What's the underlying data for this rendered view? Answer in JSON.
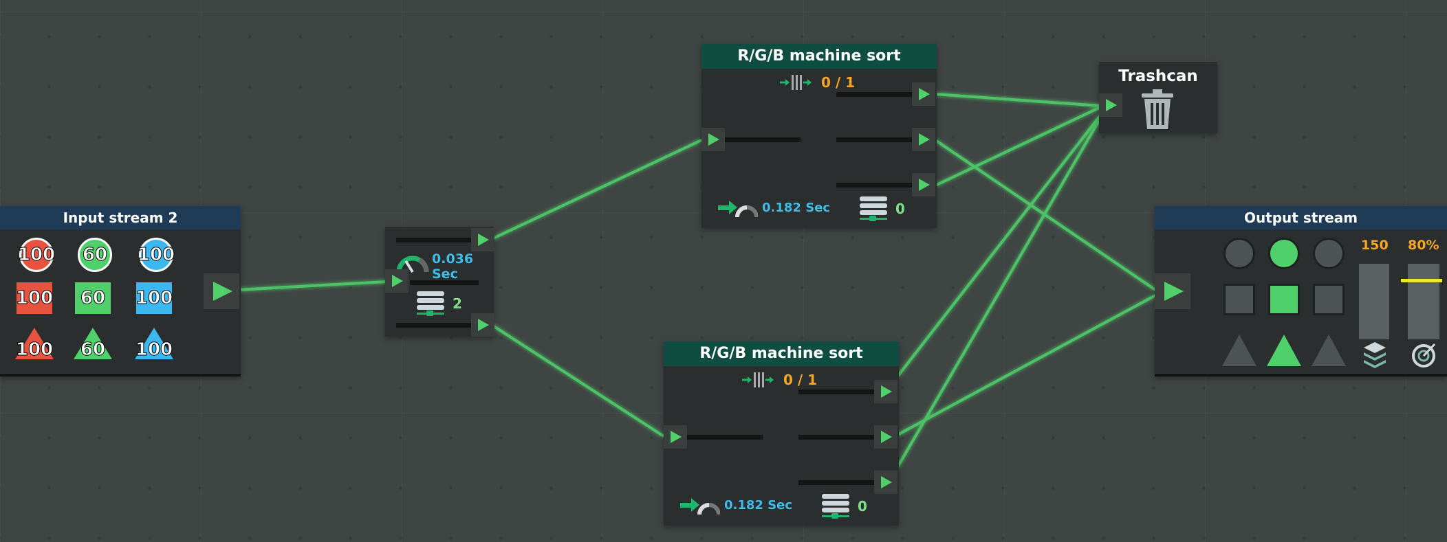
{
  "input_node": {
    "title": "Input stream 2",
    "rows": [
      {
        "shape": "circle",
        "values": [
          "100",
          "60",
          "100"
        ]
      },
      {
        "shape": "square",
        "values": [
          "100",
          "60",
          "100"
        ]
      },
      {
        "shape": "triangle",
        "values": [
          "100",
          "60",
          "100"
        ]
      }
    ],
    "colors": [
      "#e6533e",
      "#4fd06a",
      "#3bb8f0"
    ]
  },
  "splitter": {
    "speed": "0.036 Sec",
    "stack": "2"
  },
  "sorter_top": {
    "title": "R/G/B machine sort",
    "capacity": "0 / 1",
    "speed": "0.182 Sec",
    "stack": "0"
  },
  "sorter_bottom": {
    "title": "R/G/B machine sort",
    "capacity": "0 / 1",
    "speed": "0.182 Sec",
    "stack": "0"
  },
  "trashcan": {
    "title": "Trashcan"
  },
  "output_node": {
    "title": "Output stream",
    "count": "150",
    "percent": "80%",
    "target_fill": 0.8,
    "rows": [
      {
        "shape": "circle",
        "active": [
          false,
          true,
          false
        ]
      },
      {
        "shape": "square",
        "active": [
          false,
          true,
          false
        ]
      },
      {
        "shape": "triangle",
        "active": [
          false,
          true,
          false
        ]
      }
    ]
  }
}
